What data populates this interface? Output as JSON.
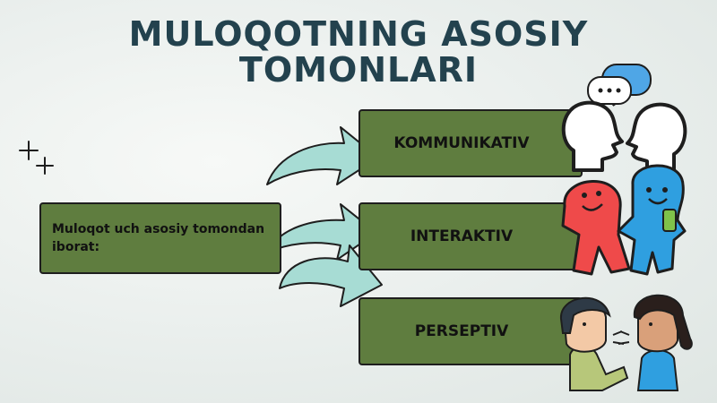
{
  "title": "MULOQOTNING ASOSIY TOMONLARI",
  "main_box": {
    "text": "Muloqot uch asosiy tomondan iborat:"
  },
  "aspects": [
    {
      "label": "KOMMUNIKATIV",
      "icon": "talking-heads-icon"
    },
    {
      "label": "INTERAKTIV",
      "icon": "friends-characters-icon"
    },
    {
      "label": "PERSEPTIV",
      "icon": "kids-talking-icon"
    }
  ],
  "colors": {
    "title": "#23424e",
    "box_fill": "#5f7d3f",
    "arrow_fill": "#a7dcd4",
    "red_character": "#ef4a4a",
    "blue_character": "#2f9fe0"
  }
}
